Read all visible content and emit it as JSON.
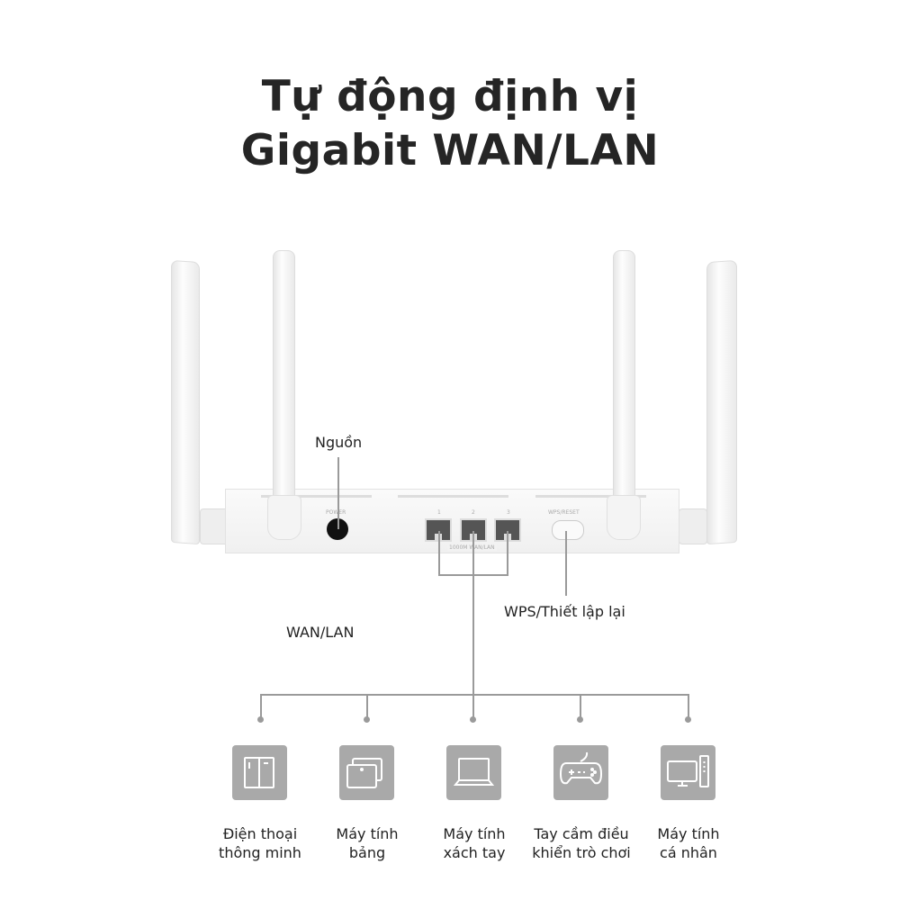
{
  "title": {
    "line1": "Tự động định vị",
    "line2": "Gigabit WAN/LAN"
  },
  "router": {
    "power_label": "POWER",
    "port_numbers": [
      "1",
      "2",
      "3"
    ],
    "ports_label": "1000M WAN/LAN",
    "wps_label": "WPS/RESET"
  },
  "callouts": {
    "power": "Nguồn",
    "wps": "WPS/Thiết lập lại",
    "wan_lan": "WAN/LAN"
  },
  "devices": [
    {
      "icon": "smartphone-icon",
      "line1": "Điện thoại",
      "line2": "thông minh"
    },
    {
      "icon": "tablet-icon",
      "line1": "Máy tính",
      "line2": "bảng"
    },
    {
      "icon": "laptop-icon",
      "line1": "Máy tính",
      "line2": "xách tay"
    },
    {
      "icon": "gamepad-icon",
      "line1": "Tay cầm điều",
      "line2": "khiển trò chơi"
    },
    {
      "icon": "desktop-pc-icon",
      "line1": "Máy tính",
      "line2": "cá nhân"
    }
  ],
  "colors": {
    "icon_bg": "#a9a9a9",
    "line": "#9a9a9a",
    "text": "#222222"
  }
}
